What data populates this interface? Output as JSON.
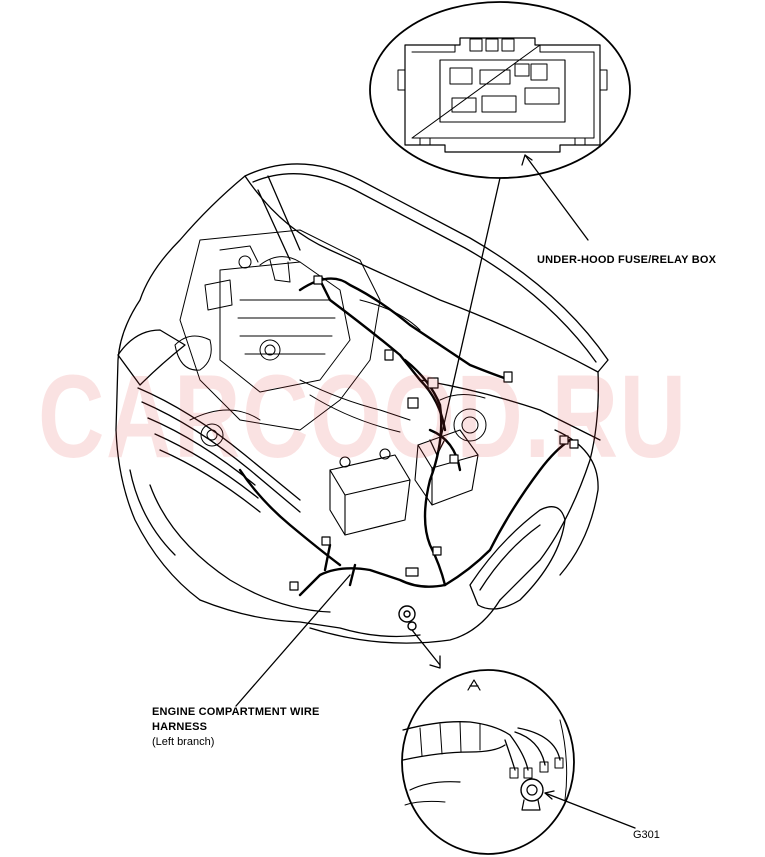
{
  "labels": {
    "fuse_box": "UNDER-HOOD FUSE/RELAY BOX",
    "harness_line1": "ENGINE COMPARTMENT WIRE",
    "harness_line2": "HARNESS",
    "harness_line3": "(Left branch)",
    "ground_point": "G301"
  },
  "watermark": "CARCOOD.RU",
  "colors": {
    "ink": "#000000",
    "watermark": "#e23b3b",
    "background": "#ffffff"
  }
}
